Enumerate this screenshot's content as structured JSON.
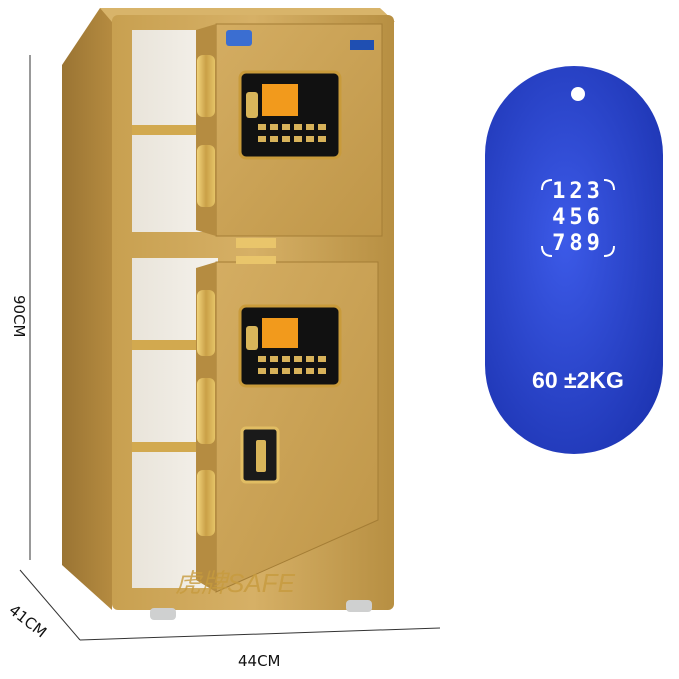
{
  "dimensions": {
    "height": "90CM",
    "depth": "41CM",
    "width": "44CM"
  },
  "tag": {
    "keypad_rows": [
      "123",
      "456",
      "789"
    ],
    "weight": "60 ±2KG"
  },
  "safe": {
    "brand_text": "虎牌SAFE"
  },
  "colors": {
    "safe_gold": "#caa14f",
    "safe_gold_dark": "#9b7530",
    "tag_blue": "#2743c9",
    "panel_black": "#111111",
    "display_orange": "#f29a1c"
  },
  "icons": [
    "keypad-icon"
  ]
}
